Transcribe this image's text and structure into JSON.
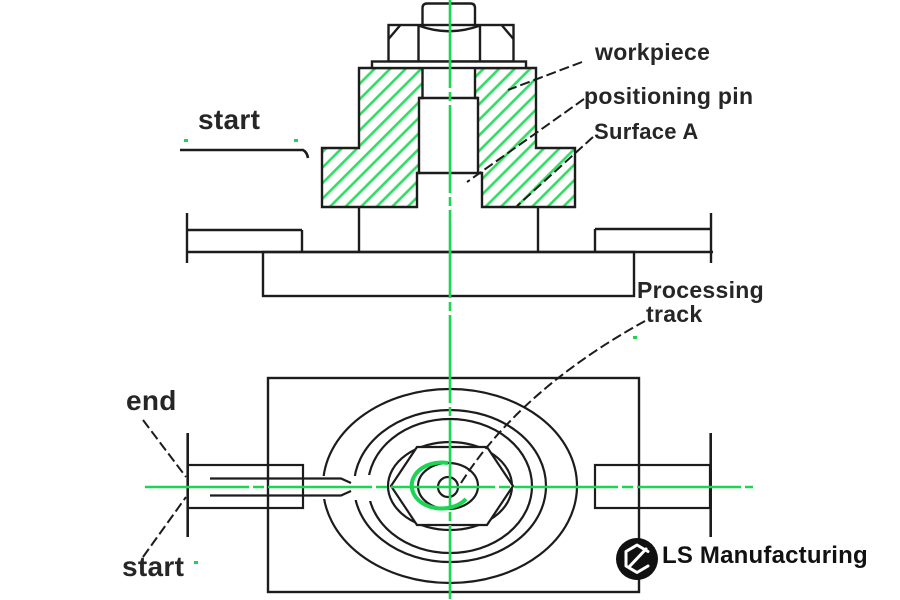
{
  "labels": {
    "workpiece": "workpiece",
    "positioning_pin": "positioning pin",
    "surface_a": "Surface A",
    "start_top": "start",
    "processing_line1": "Processing",
    "processing_line2": "track",
    "end": "end",
    "start_bottom": "start"
  },
  "branding": {
    "logo_text": "LS Manufacturing",
    "logo_icon": "ls-hexagon-monogram"
  },
  "colors": {
    "centerline_green": "#1bd553",
    "hatch_green": "#2edd63",
    "outline_black": "#1c1c1c",
    "text_dark": "#262626"
  }
}
